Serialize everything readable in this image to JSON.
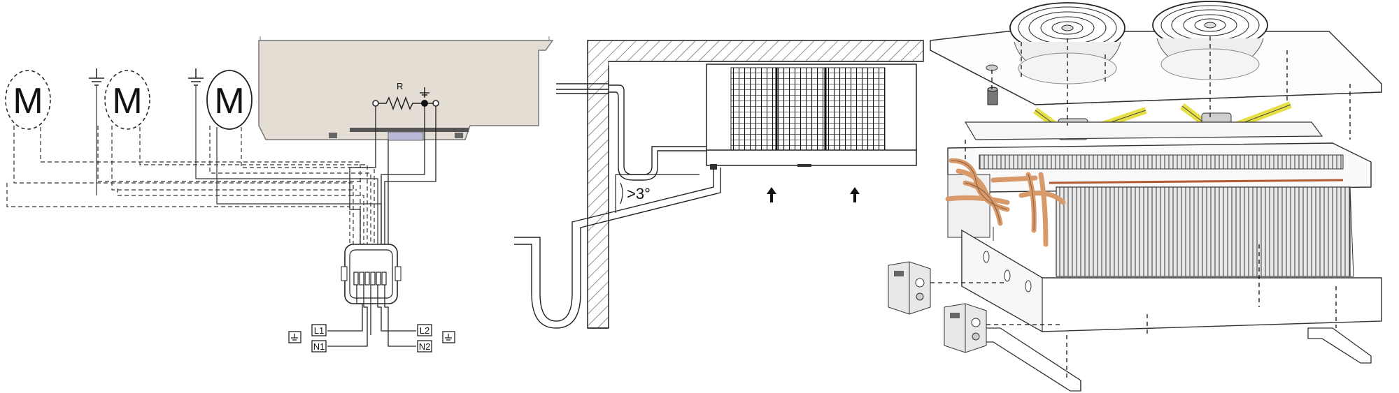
{
  "panels": {
    "wiring": {
      "motor_symbol": "M",
      "resistor_label": "R",
      "terminals": {
        "l1": "L1",
        "n1": "N1",
        "l2": "L2",
        "n2": "N2"
      }
    },
    "installation": {
      "slope_label": ">3°"
    },
    "exploded_view": {}
  },
  "colors": {
    "line": "#222222",
    "housing_fill": "#e3ddd3",
    "coil_fill": "#d9d9d9",
    "copper": "#d89a6a",
    "bracket_yellow": "#e6df45",
    "hatch": "#555555"
  }
}
